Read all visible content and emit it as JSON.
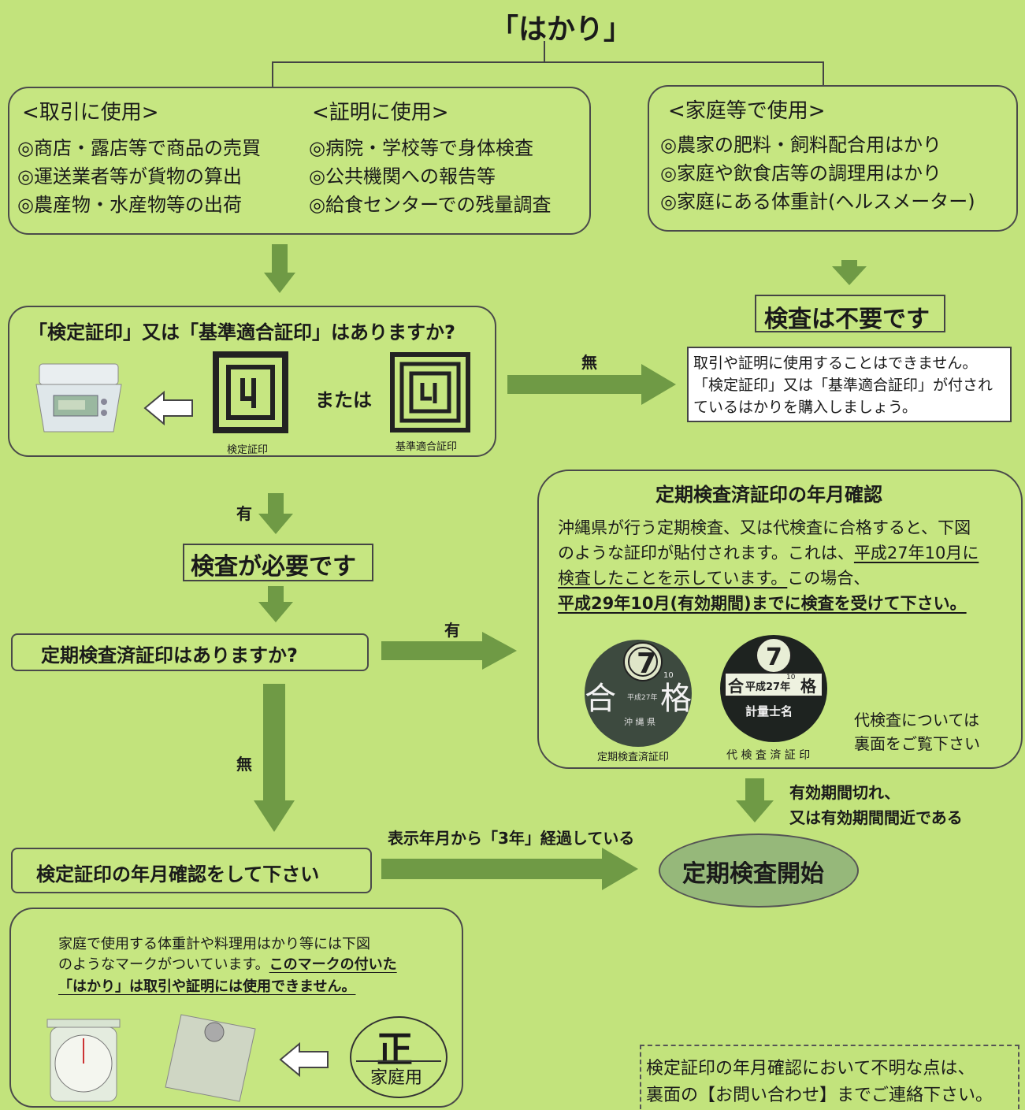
{
  "title": "「はかり」",
  "usage": {
    "trade_header": "<取引に使用>",
    "trade_items": [
      "◎商店・露店等で商品の売買",
      "◎運送業者等が貨物の算出",
      "◎農産物・水産物等の出荷"
    ],
    "proof_header": "<証明に使用>",
    "proof_items": [
      "◎病院・学校等で身体検査",
      "◎公共機関への報告等",
      "◎給食センターでの残量調査"
    ],
    "home_header": "<家庭等で使用>",
    "home_items": [
      "◎農家の肥料・飼料配合用はかり",
      "◎家庭や飲食店等の調理用はかり",
      "◎家庭にある体重計(ヘルスメーター)"
    ]
  },
  "not_required": {
    "label": "検査は不要です",
    "note_lines": [
      "取引や証明に使用することはできません。",
      "「検定証印」又は「基準適合証印」が付され",
      "ているはかりを購入しましょう。"
    ]
  },
  "seal_question": {
    "question": "「検定証印」又は「基準適合証印」はありますか?",
    "or_text": "または",
    "seal1_label": "検定証印",
    "seal2_label": "基準適合証印",
    "no_label": "無",
    "yes_label": "有"
  },
  "inspection_required": "検査が必要です",
  "periodic_question": "定期検査済証印はありますか?",
  "yes_label2": "有",
  "no_label2": "無",
  "periodic_confirm": {
    "title": "定期検査済証印の年月確認",
    "line1": "沖縄県が行う定期検査、又は代検査に合格すると、下図",
    "line2_a": "のような証印が貼付されます。これは、",
    "line2_b": "平成27年10月に",
    "line3_a": "検査したことを示しています。",
    "line3_b": "この場合、",
    "line4": "平成29年10月(有効期間)までに検査を受けて下さい。",
    "seal_a": {
      "num": "7",
      "left": "合",
      "right": "格",
      "sub": "10",
      "small1": "平成27年",
      "small2": "沖 縄 県",
      "caption": "定期検査済証印"
    },
    "seal_b": {
      "num": "7",
      "left": "合",
      "mid": "平成27年",
      "right": "格",
      "sub": "10",
      "name": "計量士名",
      "caption": "代 検 査 済 証 印"
    },
    "proxy_note": [
      "代検査については",
      "裏面をご覧下さい"
    ]
  },
  "expired_note": [
    "有効期間切れ、",
    "又は有効期間間近である"
  ],
  "confirm_seal_date": "検定証印の年月確認をして下さい",
  "elapsed_note": "表示年月から「3年」経過している",
  "start_label": "定期検査開始",
  "home_mark": {
    "line1": "家庭で使用する体重計や料理用はかり等には下図",
    "line2_a": "のようなマークがついています。",
    "line2_b": "このマークの付いた",
    "line3": "「はかり」は取引や証明には使用できません。",
    "mark_top": "正",
    "mark_bottom": "家庭用"
  },
  "contact_note": [
    "検定証印の年月確認において不明な点は、",
    "裏面の【お問い合わせ】までご連絡下さい。"
  ]
}
